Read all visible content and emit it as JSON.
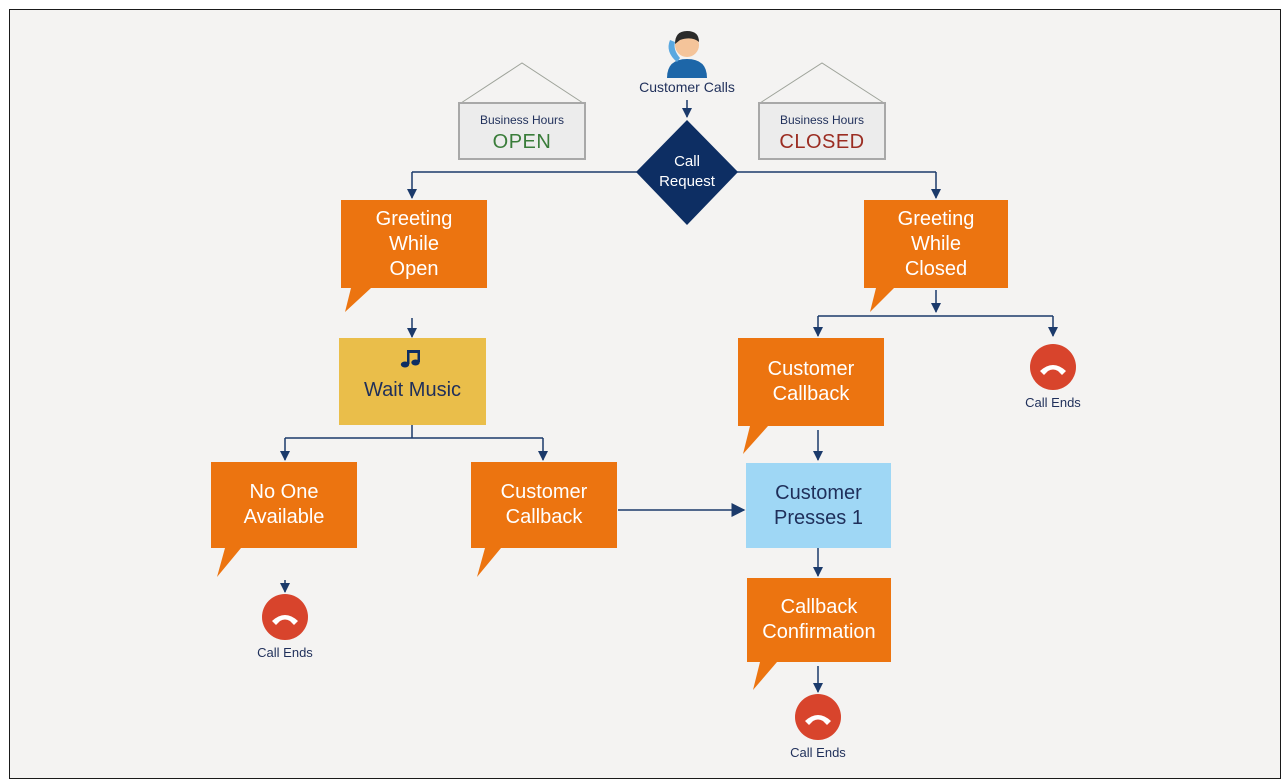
{
  "start": {
    "label": "Customer Calls",
    "icon": "person-phone-icon"
  },
  "decision": {
    "label": "Call\nRequest"
  },
  "hours_open": {
    "title": "Business Hours",
    "state": "OPEN",
    "state_color": "#3a7d3a"
  },
  "hours_closed": {
    "title": "Business Hours",
    "state": "CLOSED",
    "state_color": "#9b2d22"
  },
  "nodes": {
    "greeting_open": "Greeting\nWhile\nOpen",
    "greeting_closed": "Greeting\nWhile\nClosed",
    "wait_music": "Wait Music",
    "no_one_available": "No One\nAvailable",
    "customer_callback_left": "Customer\nCallback",
    "customer_callback_right": "Customer\nCallback",
    "customer_presses_1": "Customer\nPresses 1",
    "callback_confirmation": "Callback\nConfirmation"
  },
  "call_ends_label": "Call Ends",
  "icons": {
    "wait_music": "music-note-icon",
    "call_end": "hang-up-icon"
  },
  "colors": {
    "speech_orange": "#ec7410",
    "music_yellow": "#eabe4a",
    "presses_blue": "#9fd7f5",
    "decision_navy": "#0d2e63",
    "connector_navy": "#1b3a6b",
    "call_end_red": "#d8442c"
  }
}
